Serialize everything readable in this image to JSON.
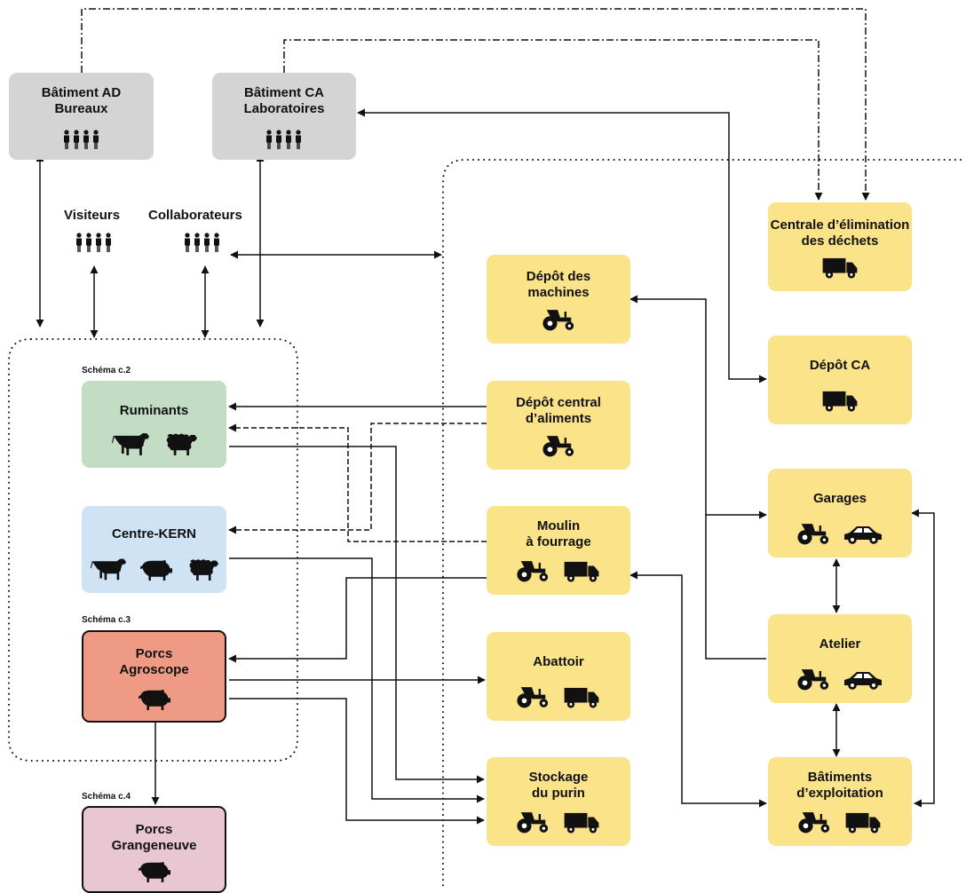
{
  "nodes": {
    "batiment_ad": {
      "title": "Bâtiment AD\nBureaux"
    },
    "batiment_ca": {
      "title": "Bâtiment CA\nLaboratoires"
    },
    "centrale_dechets": {
      "title": "Centrale d’élimination\ndes déchets"
    },
    "depot_machines": {
      "title": "Dépôt des\nmachines"
    },
    "depot_ca": {
      "title": "Dépôt CA"
    },
    "depot_aliments": {
      "title": "Dépôt central\nd’aliments"
    },
    "ruminants": {
      "title": "Ruminants"
    },
    "centre_kern": {
      "title": "Centre-KERN"
    },
    "moulin": {
      "title": "Moulin\nà fourrage"
    },
    "garages": {
      "title": "Garages"
    },
    "atelier": {
      "title": "Atelier"
    },
    "abattoir": {
      "title": "Abattoir"
    },
    "porcs_agroscope": {
      "title": "Porcs\nAgroscope"
    },
    "stockage_purin": {
      "title": "Stockage\ndu purin"
    },
    "batiments_exploitation": {
      "title": "Bâtiments\nd’exploitation"
    },
    "porcs_grangeneuve": {
      "title": "Porcs\nGrangeneuve"
    }
  },
  "labels": {
    "visiteurs": "Visiteurs",
    "collaborateurs": "Collaborateurs",
    "schema_c2": "Schéma c.2",
    "schema_c3": "Schéma c.3",
    "schema_c4": "Schéma c.4"
  },
  "icons": {
    "people": "people-group-icon",
    "cow": "cow-icon",
    "sheep": "sheep-icon",
    "pig": "pig-icon",
    "tractor": "tractor-icon",
    "truck": "truck-icon",
    "car": "car-icon"
  },
  "colors": {
    "gray_box": "#d4d4d4",
    "yellow_box": "#fbe38a",
    "green_box": "#c3dcc4",
    "blue_box": "#cfe3f5",
    "red_box": "#ee9a85",
    "pink_box": "#e8c7d3",
    "line": "#111111"
  }
}
